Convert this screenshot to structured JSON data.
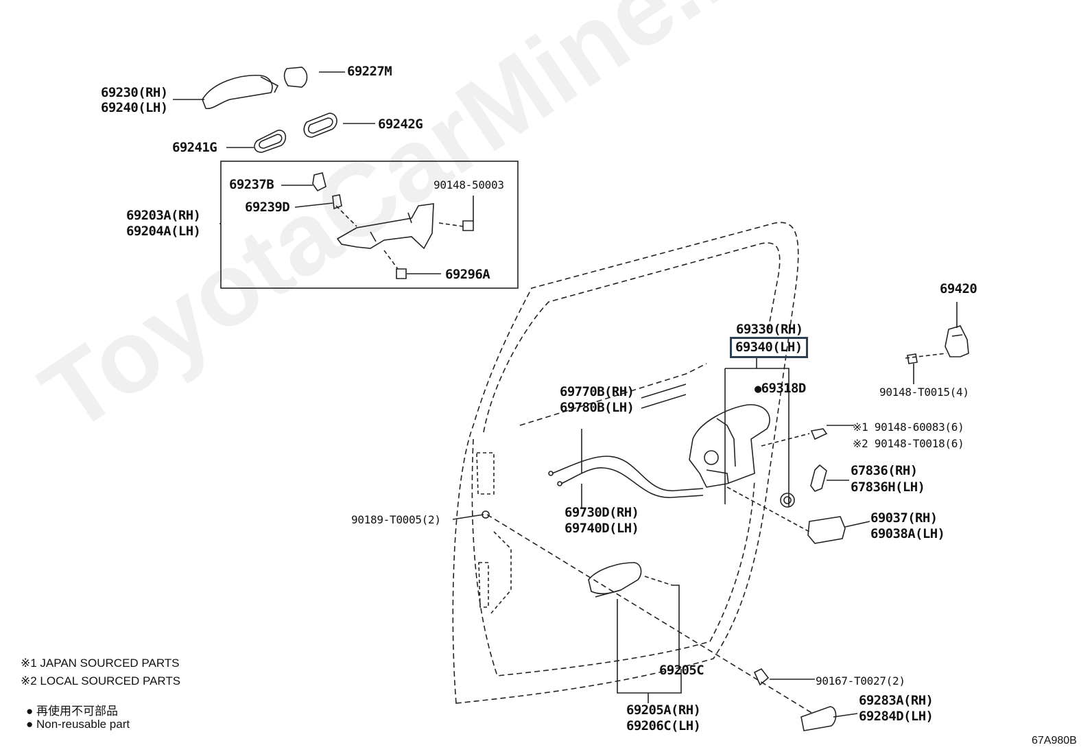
{
  "watermark": "ToyotaCarMine.ru",
  "figure_code": "67A980B",
  "parts": {
    "p69227M": "69227M",
    "p69230": "69230(RH)",
    "p69240": "69240(LH)",
    "p69242G": "69242G",
    "p69241G": "69241G",
    "p69237B": "69237B",
    "p90148_50003": "90148-50003",
    "p69239D": "69239D",
    "p69203A": "69203A(RH)",
    "p69204A": "69204A(LH)",
    "p69296A": "69296A",
    "p69420": "69420",
    "p69330": "69330(RH)",
    "p69340": "69340(LH)",
    "p90148_T0015": "90148-T0015(4)",
    "p69318D": "69318D",
    "p69770B": "69770B(RH)",
    "p69780B": "69780B(LH)",
    "p90148_60083": "※1 90148-60083(6)",
    "p90148_T0018": "※2 90148-T0018(6)",
    "p67836": "67836(RH)",
    "p67836H": "67836H(LH)",
    "p90189": "90189-T0005(2)",
    "p69730D": "69730D(RH)",
    "p69740D": "69740D(LH)",
    "p69037": "69037(RH)",
    "p69038A": "69038A(LH)",
    "p69205C": "69205C",
    "p90167": "90167-T0027(2)",
    "p69205A": "69205A(RH)",
    "p69206C": "69206C(LH)",
    "p69283A": "69283A(RH)",
    "p69284D": "69284D(LH)"
  },
  "legend": {
    "note1": "※1  JAPAN SOURCED PARTS",
    "note2": "※2  LOCAL SOURCED PARTS",
    "nonreuse_jp": "再使用不可部品",
    "nonreuse_en": "Non-reusable part"
  }
}
